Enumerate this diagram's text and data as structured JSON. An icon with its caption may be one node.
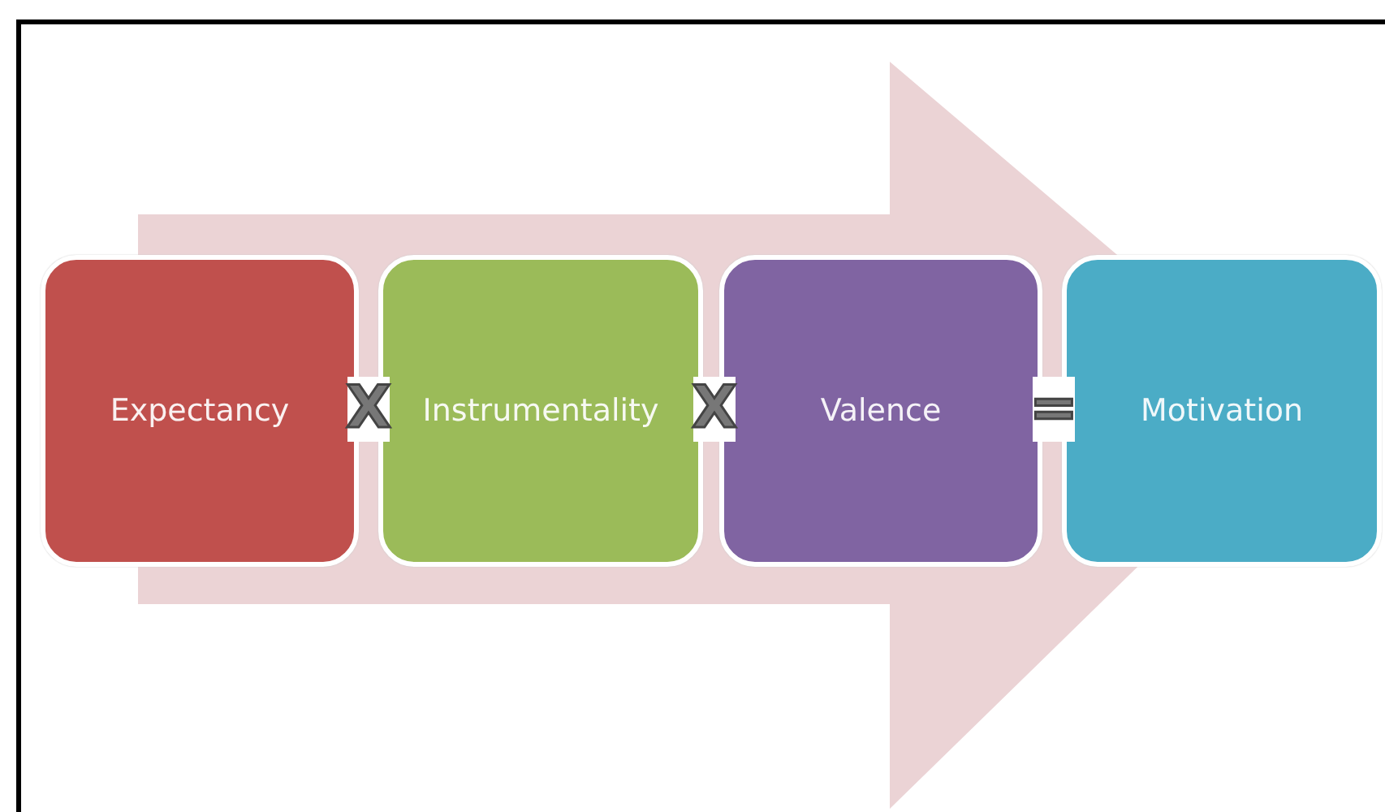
{
  "diagram": {
    "nodes": [
      {
        "text": [
          "Expectancy"
        ]
      },
      {
        "text": [
          "Instrumentality"
        ]
      },
      {
        "text": [
          "Valence"
        ]
      },
      {
        "text": [
          "Motivation"
        ]
      }
    ],
    "edges": [
      {
        "from": 0,
        "to": 3,
        "arrow": "to"
      }
    ],
    "labels": [
      "X",
      "X",
      "="
    ]
  }
}
